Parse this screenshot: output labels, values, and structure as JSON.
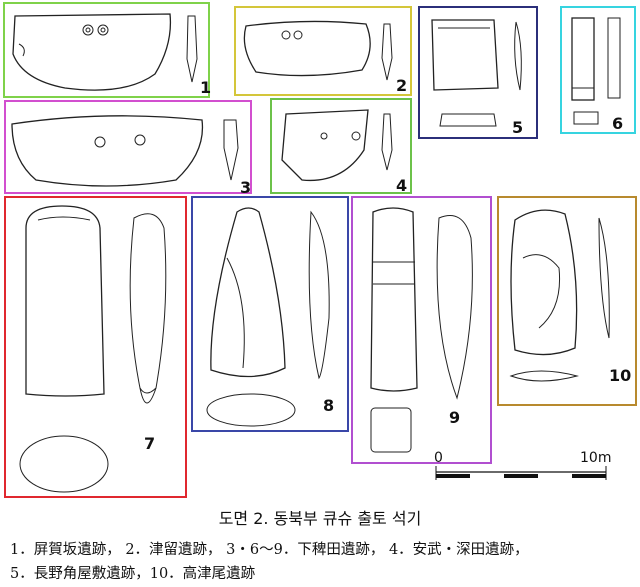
{
  "figure": {
    "caption": "도면 2. 동북부 큐슈 출토 석기",
    "legend_line1": "1．屏賀坂遺跡， 2．津留遺跡， 3・6～9．下稗田遺跡， 4．安武・深田遺跡，",
    "legend_line2": "5．長野角屋敷遺跡，10．高津尾遺跡",
    "scale": {
      "start": "0",
      "end": "10m"
    },
    "items": [
      {
        "num": "1",
        "border_color": "#7fd24a"
      },
      {
        "num": "2",
        "border_color": "#d4c63a"
      },
      {
        "num": "3",
        "border_color": "#d24fcf"
      },
      {
        "num": "4",
        "border_color": "#6cc24a"
      },
      {
        "num": "5",
        "border_color": "#2b2f7a"
      },
      {
        "num": "6",
        "border_color": "#36d4e0"
      },
      {
        "num": "7",
        "border_color": "#e0282f"
      },
      {
        "num": "8",
        "border_color": "#3a47a8"
      },
      {
        "num": "9",
        "border_color": "#b14fd0"
      },
      {
        "num": "10",
        "border_color": "#b88a2e"
      }
    ]
  }
}
